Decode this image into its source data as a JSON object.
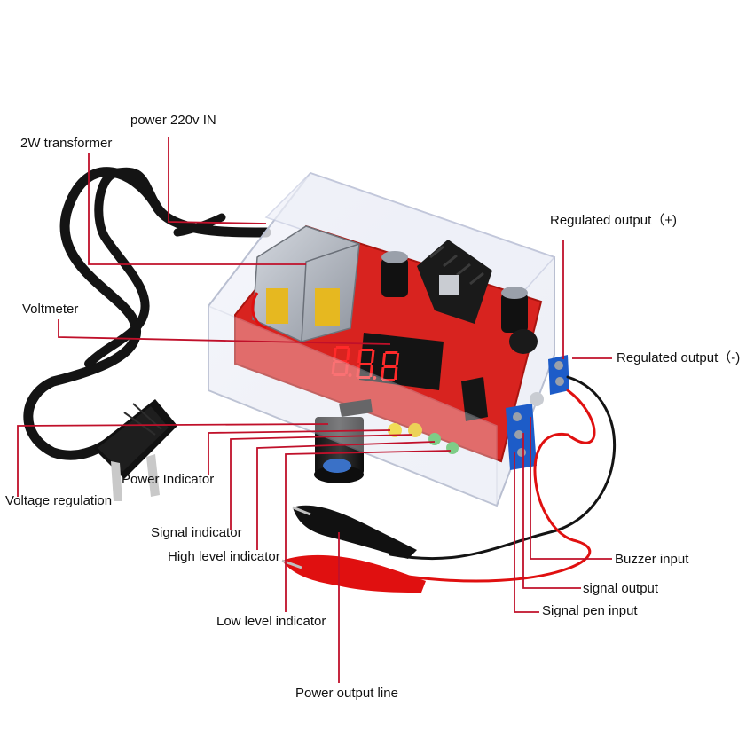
{
  "annotations": {
    "power_in": "power 220v IN",
    "transformer": "2W transformer",
    "voltmeter": "Voltmeter",
    "regulated_plus": "Regulated output（+)",
    "regulated_minus": "Regulated output（-)",
    "power_indicator": "Power Indicator",
    "voltage_regulation": "Voltage regulation",
    "signal_indicator": "Signal indicator",
    "high_level_indicator": "High level indicator",
    "low_level_indicator": "Low level indicator",
    "power_output_line": "Power output line",
    "buzzer_input": "Buzzer input",
    "signal_output": "signal output",
    "signal_pen_input": "Signal pen input"
  },
  "display": {
    "value": "8.8.8"
  },
  "colors": {
    "leader_line": "#c0102a",
    "pcb": "#d8231f",
    "terminal_block": "#1d5cc8",
    "display_digits": "#ff2a2a",
    "cable": "#111111",
    "red_wire": "#e01010"
  }
}
